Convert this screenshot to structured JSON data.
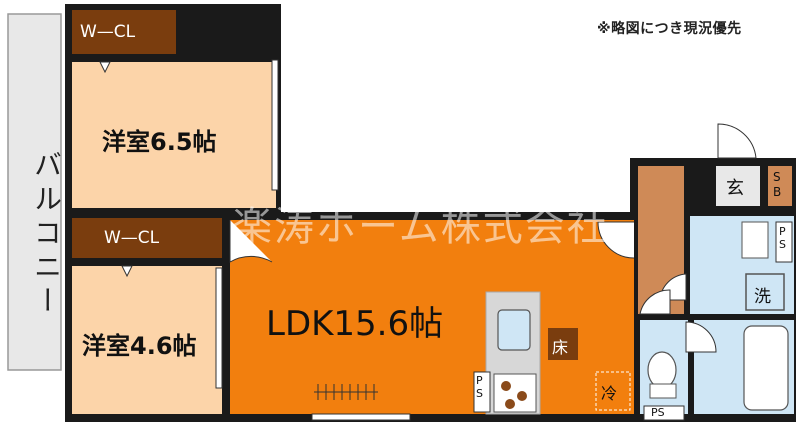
{
  "note": "※略図につき現況優先",
  "balcony": "バルコニー",
  "watermark": "楽涛ホーム株式会社",
  "rooms": {
    "western1": "洋室6.5帖",
    "western2": "洋室4.6帖",
    "ldk": "LDK15.6帖",
    "wcl1": "W—CL",
    "wcl2": "W—CL"
  },
  "fixtures": {
    "floor": "床",
    "fridge": "冷",
    "ps1": "P S",
    "ps2": "PS",
    "ps3": "P S",
    "sb": "S B",
    "entrance": "玄",
    "washer": "洗"
  },
  "colors": {
    "wall": "#1a1a1a",
    "western": "#fcd4a9",
    "ldk": "#f27f0e",
    "closet": "#7a3d0e",
    "hall": "#cf8a57",
    "wet": "#cfe6f5",
    "balcony": "#e8e8e8"
  }
}
